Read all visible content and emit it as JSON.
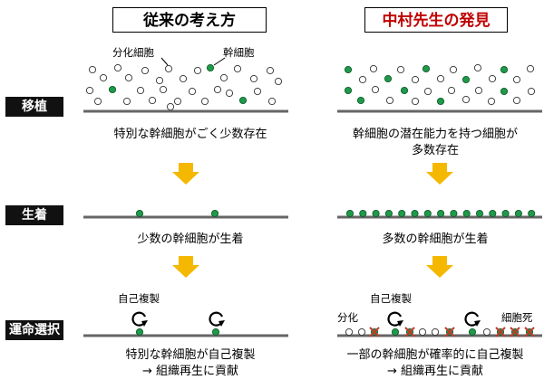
{
  "titles": {
    "left": "従来の考え方",
    "right": "中村先生の発見"
  },
  "stages": {
    "transplant": "移植",
    "engraft": "生着",
    "fate": "運命選択"
  },
  "legend": {
    "differentiated": "分化細胞",
    "stem": "幹細胞"
  },
  "captions": {
    "left_transplant": "特別な幹細胞がごく少数存在",
    "right_transplant_1": "幹細胞の潜在能力を持つ細胞が",
    "right_transplant_2": "多数存在",
    "left_engraft": "少数の幹細胞が生着",
    "right_engraft": "多数の幹細胞が生着",
    "left_fate_1": "特別な幹細胞が自己複製",
    "left_fate_2": "→ 組織再生に貢献",
    "right_fate_1": "一部の幹細胞が確率的に自己複製",
    "right_fate_2": "→ 組織再生に貢献"
  },
  "labels": {
    "self_renewal_left": "自己複製",
    "self_renewal_right": "自己複製",
    "differentiation": "分化",
    "cell_death": "細胞死"
  },
  "colors": {
    "stem": "#1f9a4a",
    "accent_red": "#c00000",
    "arrow": "#f5b800",
    "cross": "#c0392b"
  }
}
